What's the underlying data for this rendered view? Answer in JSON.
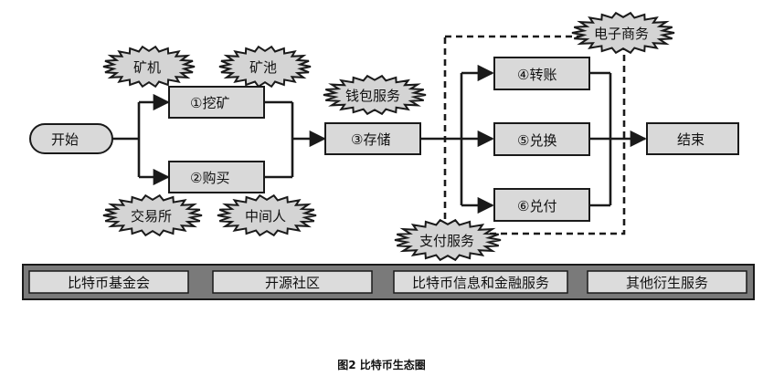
{
  "diagram": {
    "start": "开始",
    "end": "结束",
    "steps": {
      "mining": "①挖矿",
      "buy": "②购买",
      "store": "③存储",
      "transfer": "④转账",
      "exchange": "⑤兑换",
      "pay": "⑥兑付"
    },
    "bursts": {
      "miner": "矿机",
      "pool": "矿池",
      "exchange_house": "交易所",
      "middleman": "中间人",
      "wallet": "钱包服务",
      "ecommerce": "电子商务",
      "payment": "支付服务"
    },
    "ecosystem_bar": [
      "比特币基金会",
      "开源社区",
      "比特币信息和金融服务",
      "其他衍生服务"
    ]
  },
  "caption": "图2 比特币生态圈"
}
